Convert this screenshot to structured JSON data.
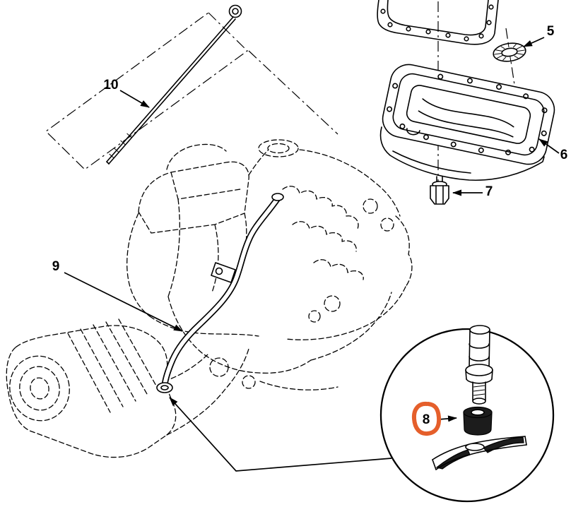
{
  "figure": {
    "type": "exploded-parts-diagram",
    "subject": "Transmission oil pan, gasket, drain plug, filler tube and dipstick",
    "background": "#ffffff",
    "ink_color": "#000000",
    "highlight_color": "#e55f2b"
  },
  "callouts": {
    "item5": "5",
    "item6": "6",
    "item7": "7",
    "item8": "8",
    "item9": "9",
    "item10": "10"
  },
  "highlight": {
    "target_item": "8",
    "shape": "rough-ellipse"
  }
}
